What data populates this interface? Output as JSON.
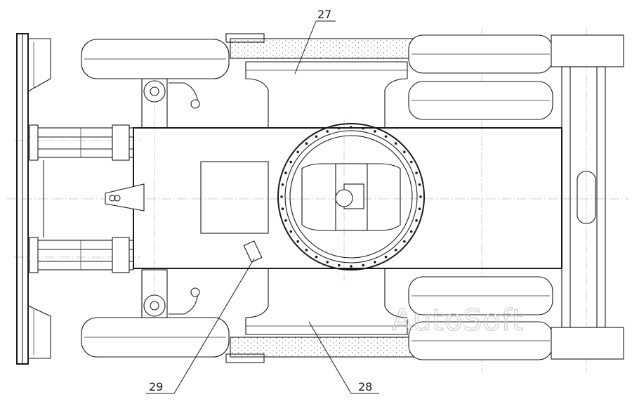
{
  "callouts": {
    "c27": "27",
    "c28": "28",
    "c29": "29"
  },
  "watermark": "AutoSoft",
  "colors": {
    "line": "#1a1a1a",
    "axis": "#bdbdbd",
    "watermark": "#cfcfcf",
    "background": "#ffffff"
  }
}
